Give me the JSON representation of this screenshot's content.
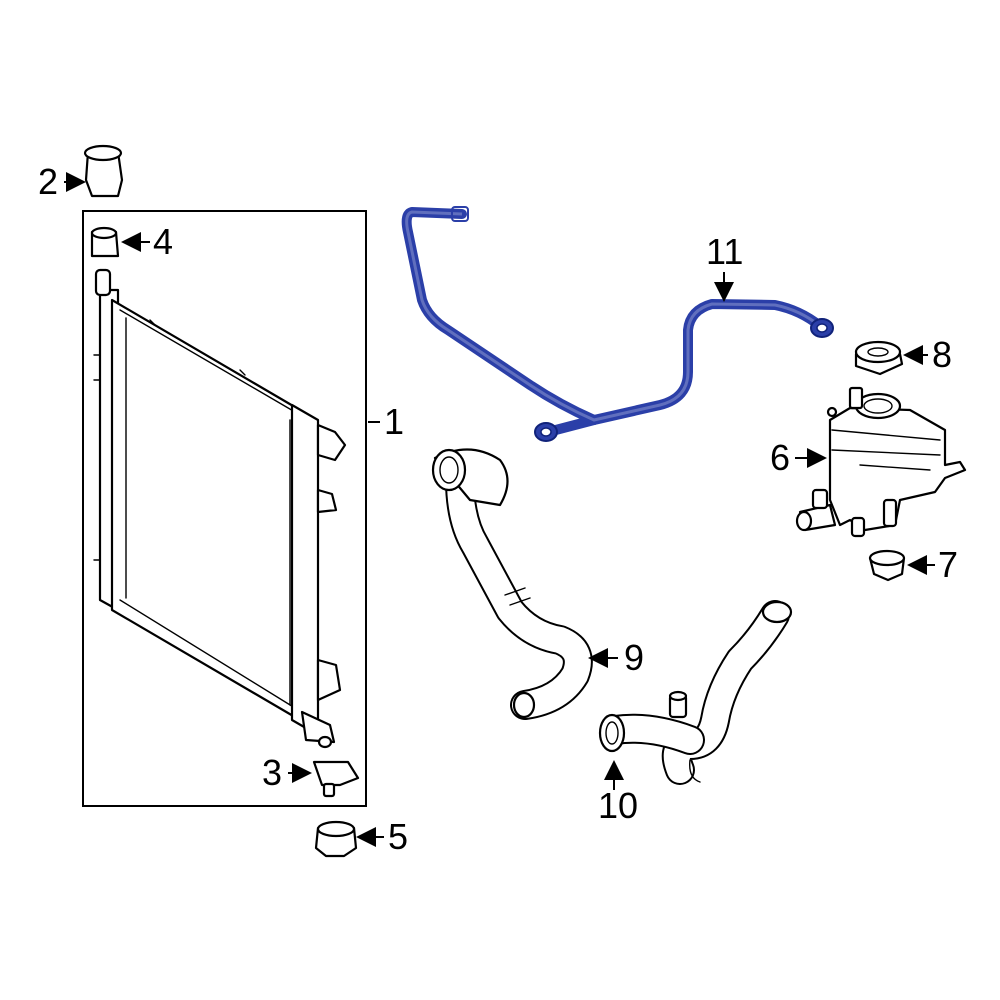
{
  "diagram": {
    "highlight_color": "#2b3fa8",
    "callouts": {
      "c1": "1",
      "c2": "2",
      "c3": "3",
      "c4": "4",
      "c5": "5",
      "c6": "6",
      "c7": "7",
      "c8": "8",
      "c9": "9",
      "c10": "10",
      "c11": "11"
    }
  }
}
